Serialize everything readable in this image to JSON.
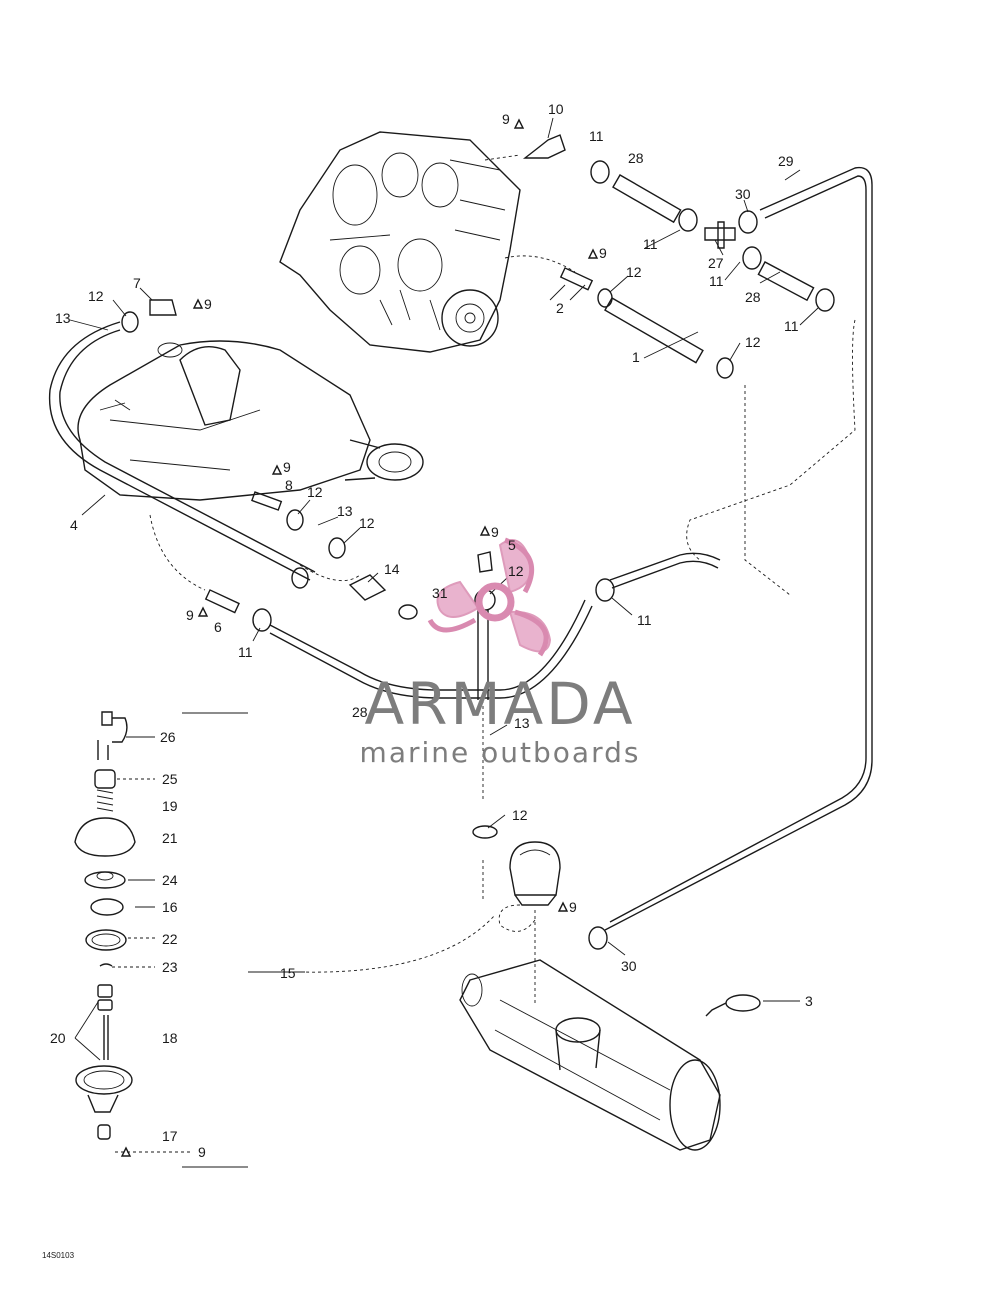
{
  "figure_id": "14S0103",
  "watermark": {
    "brand": "ARMADA",
    "tagline": "marine outboards",
    "logo_color": "#d98ab0",
    "text_color": "#7d7d7d"
  },
  "callouts": {
    "c1": "1",
    "c2": "2",
    "c3": "3",
    "c4": "4",
    "c5": "5",
    "c6": "6",
    "c7": "7",
    "c8": "8",
    "c9a": "9",
    "c9b": "9",
    "c9c": "9",
    "c9d": "9",
    "c9e": "9",
    "c9f": "9",
    "c9g": "9",
    "c9h": "9",
    "c10": "10",
    "c11a": "11",
    "c11b": "11",
    "c11c": "11",
    "c11d": "11",
    "c11e": "11",
    "c11f": "11",
    "c12a": "12",
    "c12b": "12",
    "c12c": "12",
    "c12d": "12",
    "c12e": "12",
    "c12f": "12",
    "c12g": "12",
    "c13a": "13",
    "c13b": "13",
    "c13c": "13",
    "c14": "14",
    "c15": "15",
    "c16": "16",
    "c17": "17",
    "c18": "18",
    "c19": "19",
    "c20": "20",
    "c21": "21",
    "c22": "22",
    "c23": "23",
    "c24": "24",
    "c25": "25",
    "c26": "26",
    "c27": "27",
    "c28a": "28",
    "c28b": "28",
    "c28c": "28",
    "c29": "29",
    "c30a": "30",
    "c30b": "30",
    "c31": "31"
  }
}
